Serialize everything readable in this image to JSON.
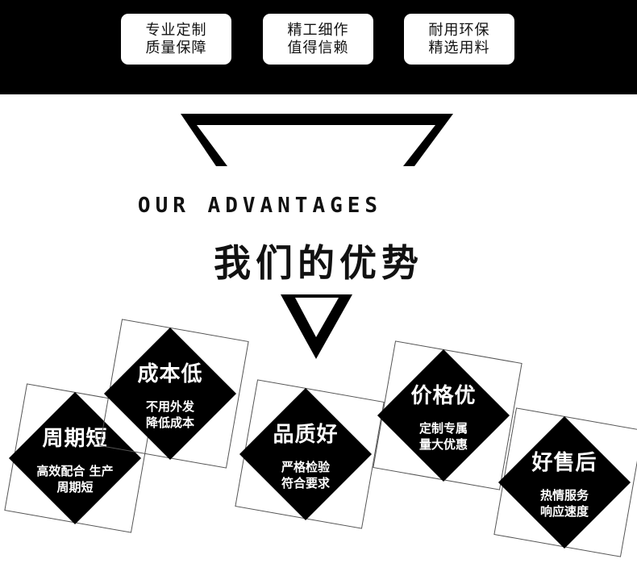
{
  "banner": {
    "pills": [
      {
        "line1": "专业定制",
        "line2": "质量保障"
      },
      {
        "line1": "精工细作",
        "line2": "值得信赖"
      },
      {
        "line1": "耐用环保",
        "line2": "精选用料"
      }
    ]
  },
  "section": {
    "en_title": "OUR ADVANTAGES",
    "zh_title": "我们的优势"
  },
  "advantages": [
    {
      "title": "周期短",
      "line1": "高效配合 生产",
      "line2": "周期短"
    },
    {
      "title": "成本低",
      "line1": "不用外发",
      "line2": "降低成本"
    },
    {
      "title": "品质好",
      "line1": "严格检验",
      "line2": "符合要求"
    },
    {
      "title": "价格优",
      "line1": "定制专属",
      "line2": "量大优惠"
    },
    {
      "title": "好售后",
      "line1": "热情服务",
      "line2": "响应速度"
    }
  ],
  "colors": {
    "primary": "#000000",
    "background": "#ffffff",
    "outline": "#555555"
  }
}
